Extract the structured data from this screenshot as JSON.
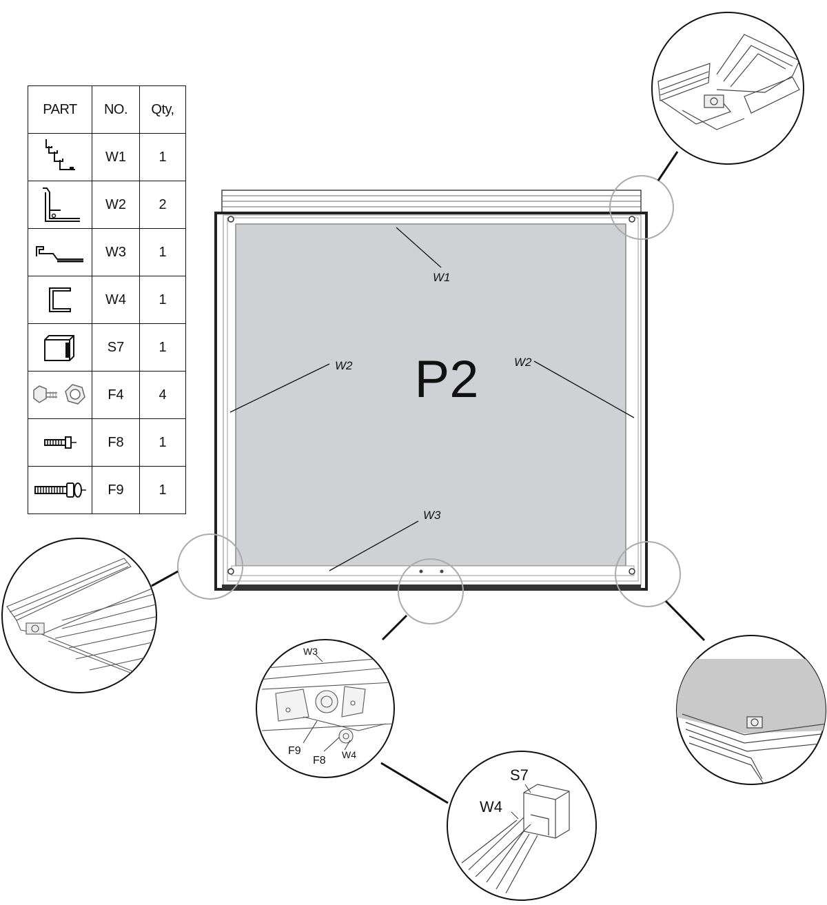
{
  "table": {
    "headers": [
      "PART",
      "NO.",
      "Qty,"
    ],
    "rows": [
      {
        "icon": "stepped-rail-icon",
        "no": "W1",
        "qty": "1"
      },
      {
        "icon": "l-bracket-rail-icon",
        "no": "W2",
        "qty": "2"
      },
      {
        "icon": "flat-channel-rail-icon",
        "no": "W3",
        "qty": "1"
      },
      {
        "icon": "c-channel-icon",
        "no": "W4",
        "qty": "1"
      },
      {
        "icon": "square-cap-icon",
        "no": "S7",
        "qty": "1"
      },
      {
        "icon": "bolt-and-nut-icon",
        "no": "F4",
        "qty": "4"
      },
      {
        "icon": "short-screw-icon",
        "no": "F8",
        "qty": "1"
      },
      {
        "icon": "long-screw-icon",
        "no": "F9",
        "qty": "1"
      }
    ]
  },
  "panel": {
    "title": "P2",
    "labels": {
      "w1": "W1",
      "w2_left": "W2",
      "w2_right": "W2",
      "w3": "W3"
    }
  },
  "details": {
    "bottom_center": {
      "w3": "W3",
      "f9": "F9",
      "f8": "F8",
      "w4": "W4"
    },
    "bottom_lower": {
      "s7": "S7",
      "w4": "W4"
    }
  },
  "colors": {
    "panel_fill": "#cfd1d4",
    "line": "#111111",
    "callout": "#b0b0b0"
  }
}
